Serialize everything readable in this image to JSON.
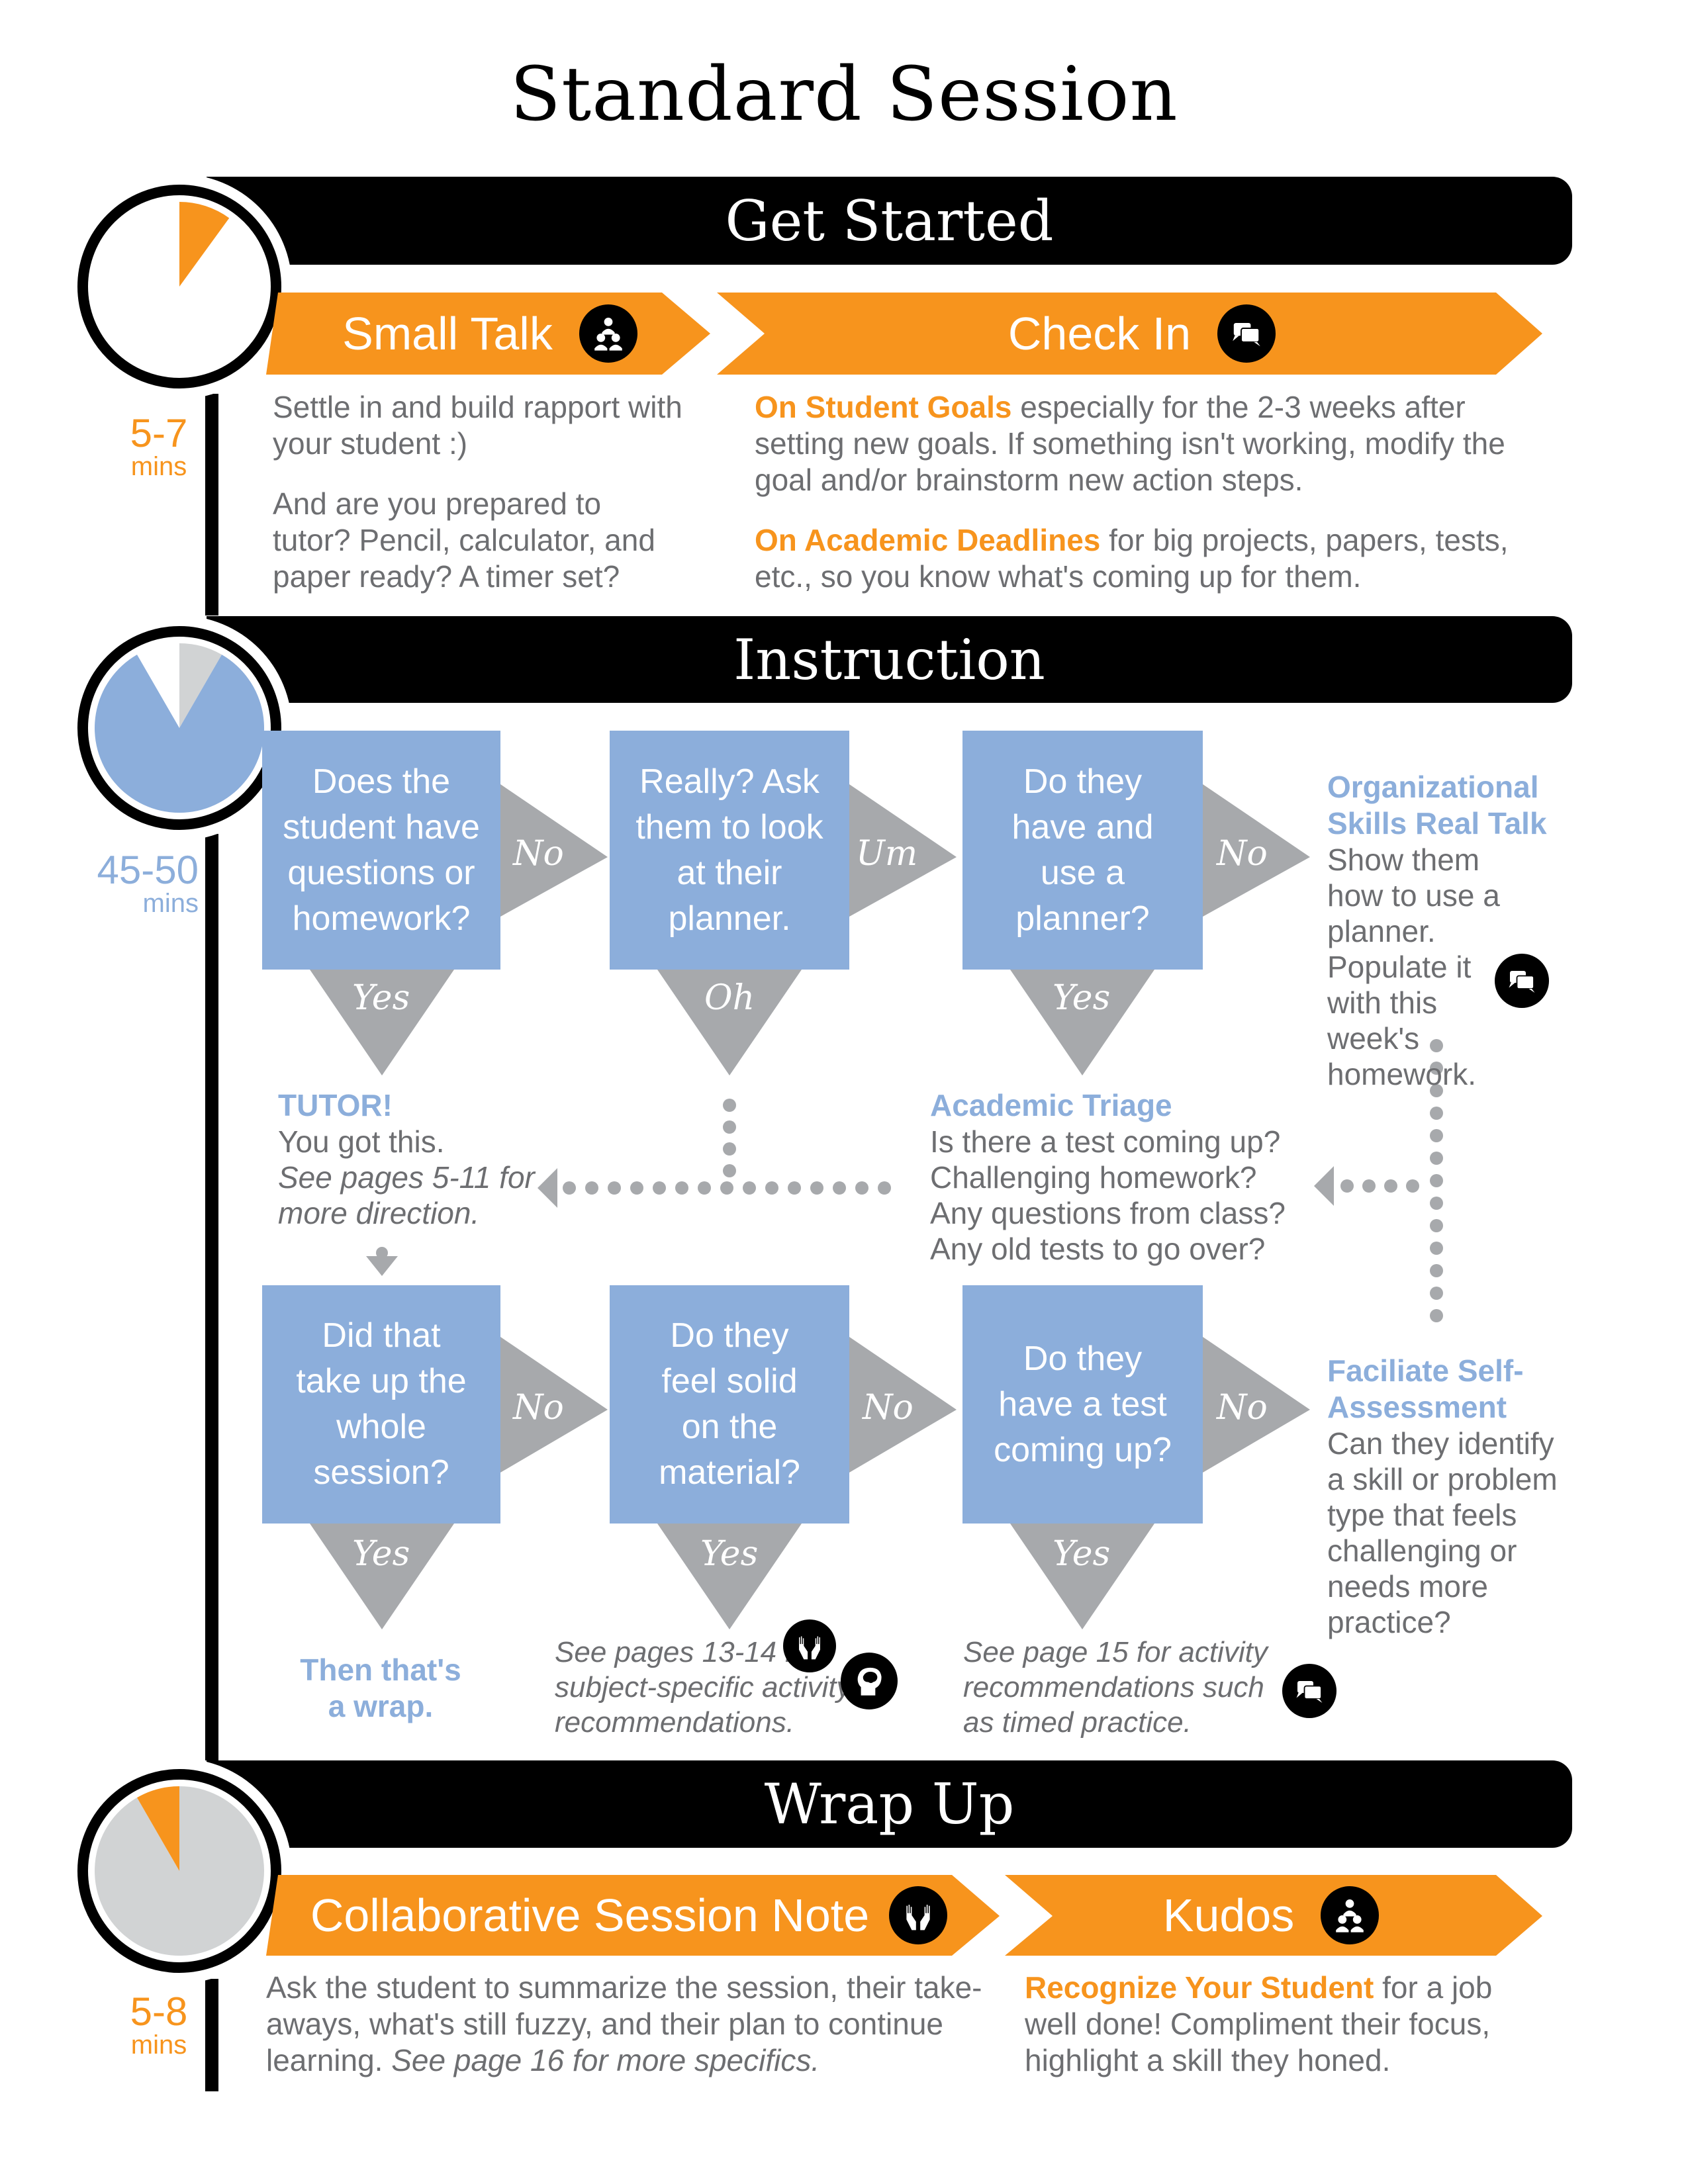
{
  "title": "Standard Session",
  "colors": {
    "orange": "#f7941d",
    "blue": "#8caedb",
    "gray_arrow": "#a7a9ac",
    "text_gray": "#6d6e71",
    "clock_gray": "#d1d3d4",
    "black": "#000000"
  },
  "sections": {
    "get_started": {
      "header": "Get Started",
      "time": {
        "range": "5-7",
        "unit": "mins"
      },
      "clock": {
        "segments": [
          {
            "from_min": 0,
            "to_min": 6,
            "color": "orange"
          }
        ],
        "background": "white"
      },
      "steps": [
        {
          "label": "Small Talk",
          "icon": "group-icon"
        },
        {
          "label": "Check In",
          "icon": "chat-bubbles-icon"
        }
      ],
      "small_talk_text": [
        "Settle in and build rapport with your student :)",
        "And are you prepared to tutor? Pencil, calculator, and paper ready? A timer set?"
      ],
      "check_in_text": [
        {
          "highlight": "On Student Goals",
          "rest": " especially for the 2-3 weeks after setting new goals.  If something isn't working, modify the goal and/or brainstorm new action steps."
        },
        {
          "highlight": "On Academic Deadlines",
          "rest": " for big projects, papers, tests, etc., so you know what's coming up for them."
        }
      ]
    },
    "instruction": {
      "header": "Instruction",
      "time": {
        "range": "45-50",
        "unit": "mins"
      },
      "clock": {
        "segments": [
          {
            "from_min": 0,
            "to_min": 5,
            "color": "gray"
          },
          {
            "from_min": 5,
            "to_min": 55,
            "color": "blue"
          }
        ],
        "background": "white"
      },
      "row1": [
        {
          "question": "Does the student have questions or homework?",
          "right": "No",
          "down": "Yes"
        },
        {
          "question": "Really? Ask them to look at their planner.",
          "right": "Um",
          "down": "Oh"
        },
        {
          "question": "Do they have and use a planner?",
          "right": "No",
          "down": "Yes"
        }
      ],
      "org_skills": {
        "title": "Organizational Skills Real Talk",
        "text": "Show them how to use a planner. Populate it with this week's homework.",
        "icon": "chat-bubbles-icon"
      },
      "tutor": {
        "title": "TUTOR!",
        "text": "You got this.",
        "italic": "See pages 5-11 for more direction."
      },
      "triage": {
        "title": "Academic Triage",
        "lines": [
          "Is there a test coming up?",
          "Challenging homework?",
          "Any questions from class?",
          "Any old tests to go over?"
        ]
      },
      "row2": [
        {
          "question": "Did that take up the whole session?",
          "right": "No",
          "down": "Yes"
        },
        {
          "question": "Do they feel solid on the material?",
          "right": "No",
          "down": "Yes"
        },
        {
          "question": "Do  they have a test coming up?",
          "right": "No",
          "down": "Yes"
        }
      ],
      "self_assessment": {
        "title": "Faciliate Self-Assessment",
        "text": "Can they identify a skill or problem type that feels challenging or needs more practice?"
      },
      "outcomes": [
        {
          "text": "Then that's a wrap.",
          "style": "blue-bold"
        },
        {
          "text": "See pages 13-14 for subject-specific activity recommendations.",
          "style": "italic",
          "icons": [
            "hands-raised-icon",
            "head-brain-icon"
          ]
        },
        {
          "text": "See page 15 for activity recommendations such as timed practice.",
          "style": "italic",
          "icons": [
            "chat-bubbles-icon"
          ]
        }
      ]
    },
    "wrap_up": {
      "header": "Wrap Up",
      "time": {
        "range": "5-8",
        "unit": "mins"
      },
      "clock": {
        "segments": [
          {
            "from_min": 0,
            "to_min": 55,
            "color": "gray"
          },
          {
            "from_min": 55,
            "to_min": 60,
            "color": "orange"
          }
        ],
        "background": "gray"
      },
      "steps": [
        {
          "label": "Collaborative Session Note",
          "icon": "hands-raised-icon"
        },
        {
          "label": "Kudos",
          "icon": "group-icon"
        }
      ],
      "note_text": {
        "plain": "Ask the student to summarize the session, their take-aways, what's still fuzzy, and their plan to continue learning.  ",
        "italic": "See page 16 for more specifics."
      },
      "kudos_text": {
        "highlight": "Recognize Your Student",
        "rest": " for a job well done! Compliment their focus, highlight a skill they honed."
      }
    }
  }
}
